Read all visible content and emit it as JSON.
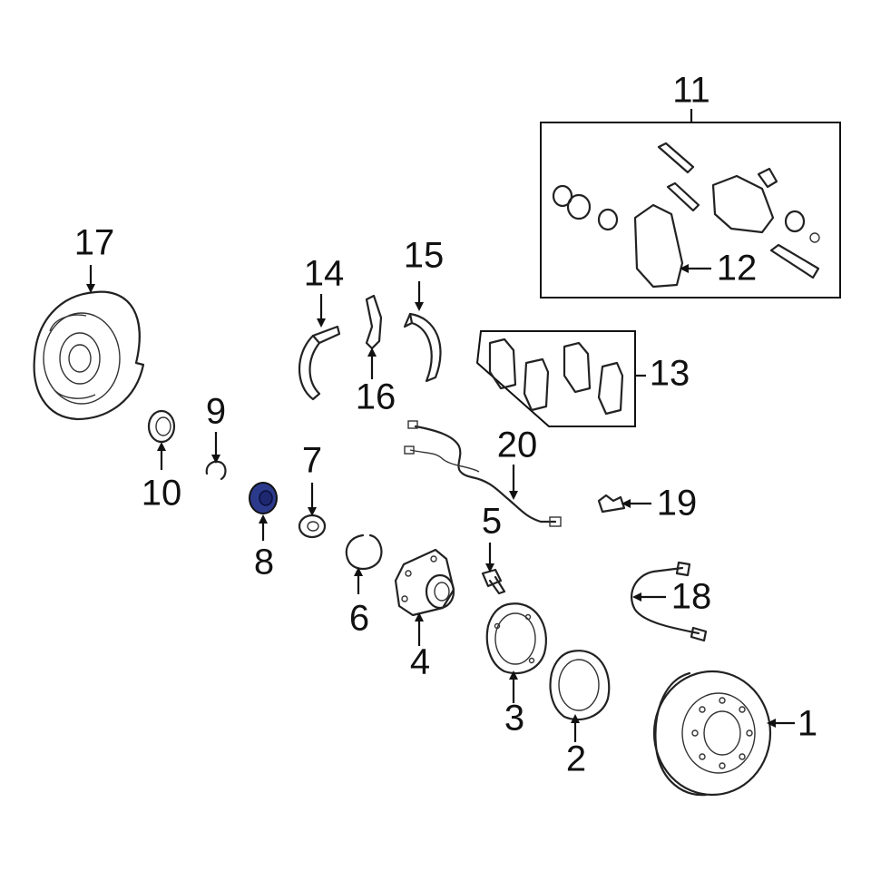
{
  "diagram": {
    "highlight_color": "#2c3a8c",
    "line_color": "#222222",
    "callouts": {
      "c1": "1",
      "c2": "2",
      "c3": "3",
      "c4": "4",
      "c5": "5",
      "c6": "6",
      "c7": "7",
      "c8": "8",
      "c9": "9",
      "c10": "10",
      "c11": "11",
      "c12": "12",
      "c13": "13",
      "c14": "14",
      "c15": "15",
      "c16": "16",
      "c17": "17",
      "c18": "18",
      "c19": "19",
      "c20": "20"
    },
    "highlighted_part": "8"
  }
}
